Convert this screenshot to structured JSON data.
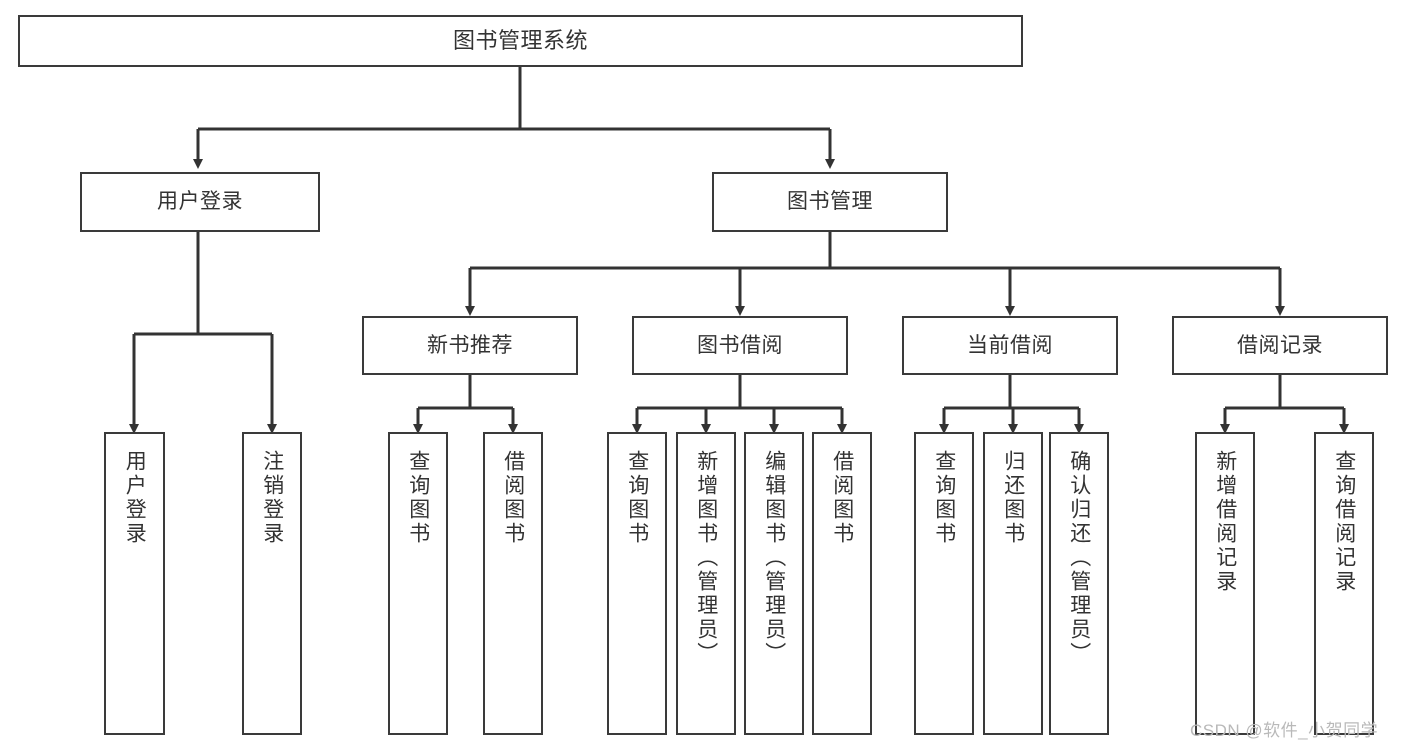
{
  "diagram": {
    "title": "图书管理系统",
    "type": "tree",
    "orientation": "top-down",
    "colors": {
      "box_border": "#3a3a3a",
      "box_fill": "#ffffff",
      "connector": "#333333",
      "text": "#333333",
      "watermark": "#b9b9b9"
    },
    "nodes": {
      "root": {
        "label": "图书管理系统"
      },
      "level2": [
        {
          "id": "user-login",
          "label": "用户登录"
        },
        {
          "id": "book-manage",
          "label": "图书管理"
        }
      ],
      "level3": [
        {
          "id": "new-book-recommend",
          "label": "新书推荐"
        },
        {
          "id": "book-borrow",
          "label": "图书借阅"
        },
        {
          "id": "current-borrow",
          "label": "当前借阅"
        },
        {
          "id": "borrow-record",
          "label": "借阅记录"
        }
      ],
      "leaves": {
        "user_login": [
          {
            "id": "leaf-user-login",
            "label": "用户登录"
          },
          {
            "id": "leaf-logout-login",
            "label": "注销登录"
          }
        ],
        "new_book_recommend": [
          {
            "id": "leaf-query-book-1",
            "label": "查询图书"
          },
          {
            "id": "leaf-borrow-book-1",
            "label": "借阅图书"
          }
        ],
        "book_borrow": [
          {
            "id": "leaf-query-book-2",
            "label": "查询图书"
          },
          {
            "id": "leaf-add-book",
            "label": "新增图书（管理员）"
          },
          {
            "id": "leaf-edit-book",
            "label": "编辑图书（管理员）"
          },
          {
            "id": "leaf-borrow-book-2",
            "label": "借阅图书"
          }
        ],
        "current_borrow": [
          {
            "id": "leaf-query-book-3",
            "label": "查询图书"
          },
          {
            "id": "leaf-return-book",
            "label": "归还图书"
          },
          {
            "id": "leaf-confirm-return",
            "label": "确认归还（管理员）"
          }
        ],
        "borrow_record": [
          {
            "id": "leaf-add-record",
            "label": "新增借阅记录"
          },
          {
            "id": "leaf-query-record",
            "label": "查询借阅记录"
          }
        ]
      }
    }
  },
  "watermark": {
    "text": "CSDN @软件_小贺同学"
  }
}
